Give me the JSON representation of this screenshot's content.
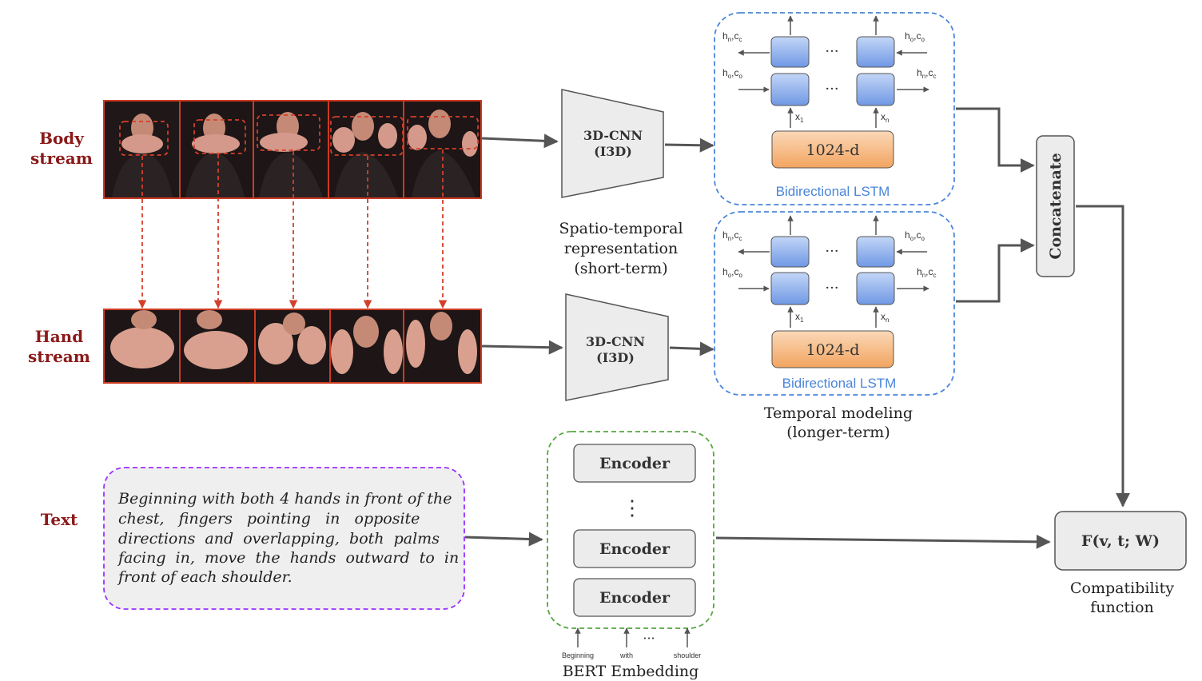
{
  "streams": {
    "body_label_line1": "Body",
    "body_label_line2": "stream",
    "hand_label_line1": "Hand",
    "hand_label_line2": "stream",
    "text_label": "Text"
  },
  "cnn": {
    "label_line1": "3D-CNN",
    "label_line2": "(I3D)",
    "caption_line1": "Spatio-temporal",
    "caption_line2": "representation",
    "caption_line3": "(short-term)"
  },
  "lstm": {
    "title": "Bidirectional LSTM",
    "feature_label": "1024-d",
    "state_left_top": "h",
    "state_left_top_sub_h": "n",
    "state_left_top_c": "c",
    "state_left_top_sub_c": "c",
    "state_right_top_h": "h",
    "state_right_top_sub_h": "o",
    "state_right_top_c": "c",
    "state_right_top_sub_c": "o",
    "state_left_bot_sub_h": "o",
    "state_left_bot_sub_c": "o",
    "state_right_bot_sub_h": "n",
    "state_right_bot_sub_c": "c",
    "input_first": "x",
    "input_first_sub": "1",
    "input_last": "x",
    "input_last_sub": "n",
    "ellipsis": "···",
    "caption_line1": "Temporal modeling",
    "caption_line2": "(longer-term)"
  },
  "concat_label": "Concatenate",
  "text_description": [
    "Beginning with both 4 hands in front of the",
    "chest,   fingers   pointing   in   opposite",
    "directions  and  overlapping,  both  palms",
    "facing  in,  move  the  hands  outward  to  in",
    "front of each shoulder."
  ],
  "bert": {
    "encoder_label": "Encoder",
    "caption": "BERT Embedding",
    "tokens": [
      "Beginning",
      "with",
      "shoulder"
    ],
    "ellipsis": "···",
    "vdots": "⋮"
  },
  "compat": {
    "label": "F(v, t; W)",
    "caption_line1": "Compatibility",
    "caption_line2": "function"
  },
  "colors": {
    "stream_label": "#8b1a1a",
    "lstm_border": "#4a86d8",
    "lstm_title": "#4a86d8",
    "bert_border": "#56a83e",
    "text_border": "#9b30ff",
    "frame_border": "#cc3b22",
    "dashed_red": "#d43f2a",
    "arrow": "#555555",
    "cell_fill": "#8fb2ee",
    "feature_fill": "#f6b984"
  }
}
